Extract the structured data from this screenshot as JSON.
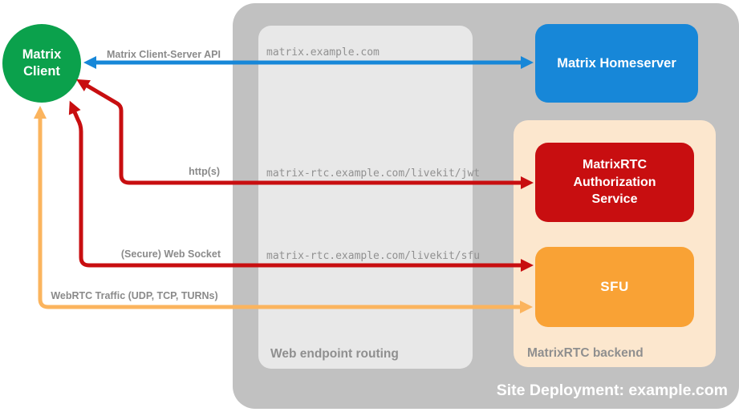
{
  "colors": {
    "green": "#0BA14C",
    "blue": "#1787D8",
    "red": "#C80E10",
    "orange": "#F9A235",
    "orange-arrow": "#FBB45E",
    "peach": "#FCE7CE",
    "gray-outer": "#C1C1C1",
    "gray-inner": "#E8E8E8",
    "caption-gray": "#8F8F8F",
    "label-gray": "#8A8A8A",
    "mono-gray": "#919191"
  },
  "client": {
    "line1": "Matrix",
    "line2": "Client"
  },
  "deployment": {
    "caption": "Site Deployment: example.com"
  },
  "routing": {
    "caption": "Web endpoint routing",
    "endpoints": {
      "homeserver": "matrix.example.com",
      "jwt": "matrix-rtc.example.com/livekit/jwt",
      "sfu": "matrix-rtc.example.com/livekit/sfu"
    }
  },
  "backend": {
    "caption": "MatrixRTC backend"
  },
  "nodes": {
    "homeserver": "Matrix Homeserver",
    "auth_service": "MatrixRTC Authorization Service",
    "sfu": "SFU"
  },
  "arrows": {
    "client_server_api": "Matrix Client-Server API",
    "http": "http(s)",
    "websocket": "(Secure) Web Socket",
    "webrtc": "WebRTC Traffic (UDP, TCP, TURNs)"
  }
}
